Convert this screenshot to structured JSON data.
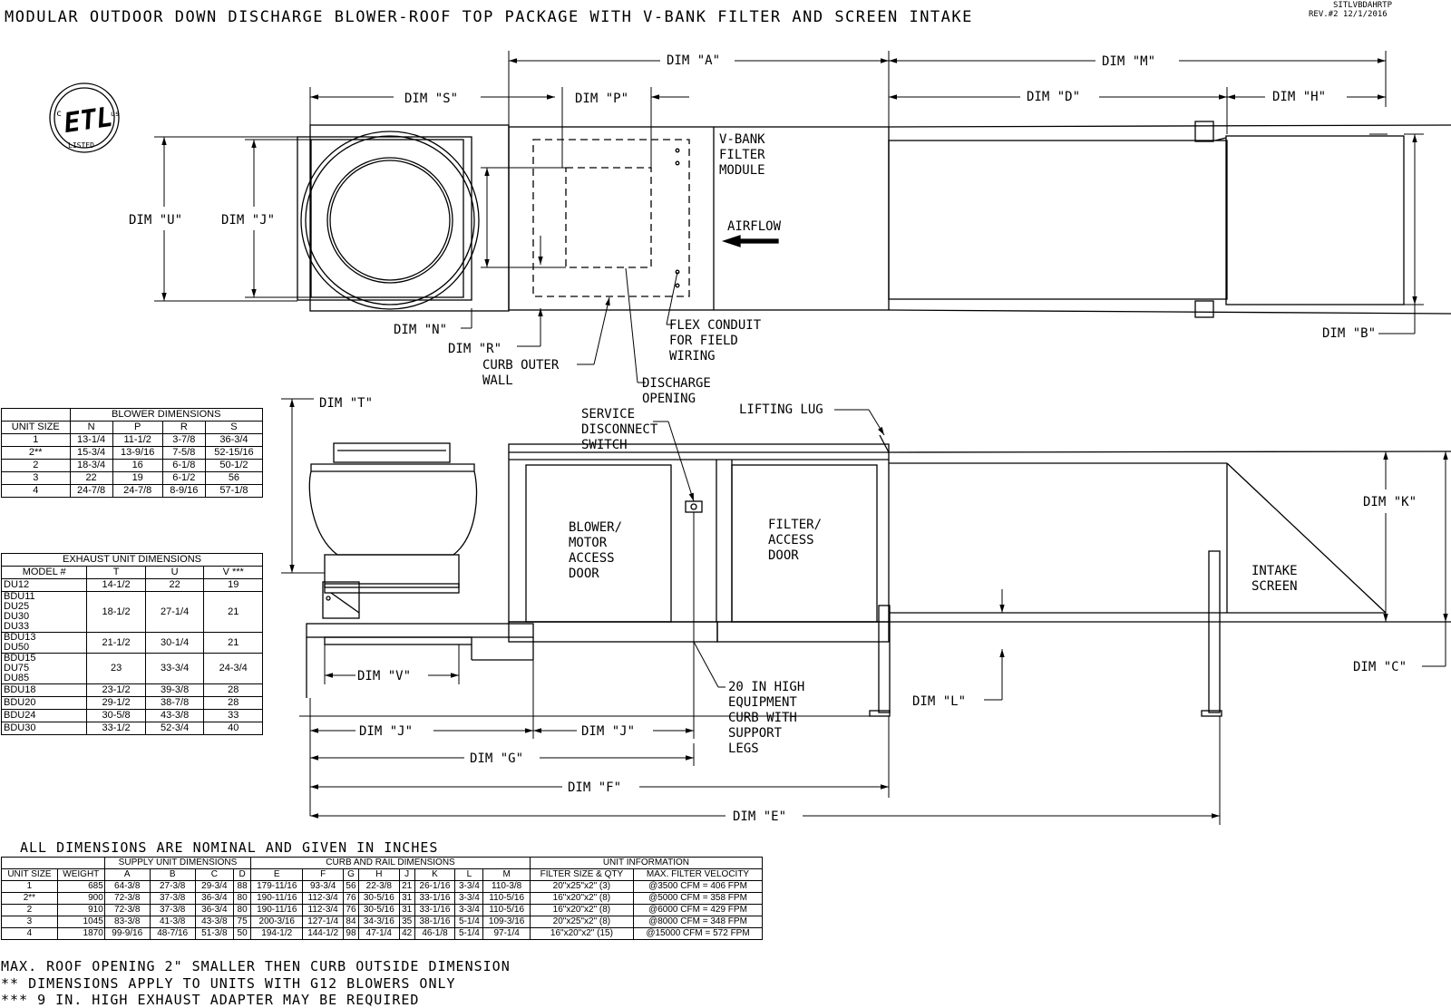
{
  "title": "MODULAR OUTDOOR DOWN DISCHARGE BLOWER-ROOF TOP PACKAGE WITH V-BANK FILTER AND SCREEN INTAKE",
  "drawing_id": "SITLVBDAHRTP",
  "revision": "REV.#2  12/1/2016",
  "etl": {
    "mark": "ETL",
    "listed": "LISTED",
    "c": "c",
    "us": "us"
  },
  "labels": {
    "dim_a": "DIM \"A\"",
    "dim_m": "DIM \"M\"",
    "dim_s": "DIM \"S\"",
    "dim_p": "DIM \"P\"",
    "dim_d": "DIM \"D\"",
    "dim_h": "DIM \"H\"",
    "dim_u": "DIM \"U\"",
    "dim_j": "DIM \"J\"",
    "dim_n": "DIM \"N\"",
    "dim_r": "DIM \"R\"",
    "dim_b": "DIM \"B\"",
    "dim_t": "DIM \"T\"",
    "dim_k": "DIM \"K\"",
    "dim_c": "DIM \"C\"",
    "dim_l": "DIM \"L\"",
    "dim_v": "DIM \"V\"",
    "dim_g": "DIM \"G\"",
    "dim_f": "DIM \"F\"",
    "dim_e": "DIM \"E\"",
    "vbank_1": "V-BANK",
    "vbank_2": "FILTER",
    "vbank_3": "MODULE",
    "airflow": "AIRFLOW",
    "flex_1": "FLEX CONDUIT",
    "flex_2": "FOR FIELD",
    "flex_3": "WIRING",
    "curb_1": "CURB OUTER",
    "curb_2": "WALL",
    "disch_1": "DISCHARGE",
    "disch_2": "OPENING",
    "svc_1": "SERVICE",
    "svc_2": "DISCONNECT",
    "svc_3": "SWITCH",
    "lug": "LIFTING LUG",
    "blower_1": "BLOWER/",
    "blower_2": "MOTOR",
    "blower_3": "ACCESS",
    "blower_4": "DOOR",
    "filter_1": "FILTER/",
    "filter_2": "ACCESS",
    "filter_3": "DOOR",
    "intake_1": "INTAKE",
    "intake_2": "SCREEN",
    "curb20_1": "20 IN HIGH",
    "curb20_2": "EQUIPMENT",
    "curb20_3": "CURB WITH",
    "curb20_4": "SUPPORT",
    "curb20_5": "LEGS"
  },
  "blower_table": {
    "title": "BLOWER DIMENSIONS",
    "headers": [
      "UNIT SIZE",
      "N",
      "P",
      "R",
      "S"
    ],
    "rows": [
      [
        "1",
        "13-1/4",
        "11-1/2",
        "3-7/8",
        "36-3/4"
      ],
      [
        "2**",
        "15-3/4",
        "13-9/16",
        "7-5/8",
        "52-15/16"
      ],
      [
        "2",
        "18-3/4",
        "16",
        "6-1/8",
        "50-1/2"
      ],
      [
        "3",
        "22",
        "19",
        "6-1/2",
        "56"
      ],
      [
        "4",
        "24-7/8",
        "24-7/8",
        "8-9/16",
        "57-1/8"
      ]
    ]
  },
  "exhaust_table": {
    "title": "EXHAUST UNIT DIMENSIONS",
    "headers": [
      "MODEL #",
      "T",
      "U",
      "V ***"
    ],
    "rows": [
      {
        "models": [
          "DU12"
        ],
        "t": "14-1/2",
        "u": "22",
        "v": "19"
      },
      {
        "models": [
          "BDU11",
          "DU25",
          "DU30",
          "DU33"
        ],
        "t": "18-1/2",
        "u": "27-1/4",
        "v": "21"
      },
      {
        "models": [
          "BDU13",
          "DU50"
        ],
        "t": "21-1/2",
        "u": "30-1/4",
        "v": "21"
      },
      {
        "models": [
          "BDU15",
          "DU75",
          "DU85"
        ],
        "t": "23",
        "u": "33-3/4",
        "v": "24-3/4"
      },
      {
        "models": [
          "BDU18"
        ],
        "t": "23-1/2",
        "u": "39-3/8",
        "v": "28"
      },
      {
        "models": [
          "BDU20"
        ],
        "t": "29-1/2",
        "u": "38-7/8",
        "v": "28"
      },
      {
        "models": [
          "BDU24"
        ],
        "t": "30-5/8",
        "u": "43-3/8",
        "v": "33"
      },
      {
        "models": [
          "BDU30"
        ],
        "t": "33-1/2",
        "u": "52-3/4",
        "v": "40"
      }
    ]
  },
  "notes": {
    "nominal": "ALL DIMENSIONS ARE NOMINAL AND GIVEN IN INCHES",
    "roof": "MAX. ROOF OPENING 2\" SMALLER THEN CURB OUTSIDE DIMENSION",
    "g12": "** DIMENSIONS APPLY TO UNITS WITH G12 BLOWERS ONLY",
    "adapter": "*** 9 IN. HIGH EXHAUST ADAPTER MAY BE REQUIRED"
  },
  "supply_table": {
    "group_supply": "SUPPLY UNIT DIMENSIONS",
    "group_curb": "CURB AND RAIL DIMENSIONS",
    "group_info": "UNIT INFORMATION",
    "headers": [
      "UNIT SIZE",
      "WEIGHT",
      "A",
      "B",
      "C",
      "D",
      "E",
      "F",
      "G",
      "H",
      "J",
      "K",
      "L",
      "M",
      "FILTER SIZE & QTY",
      "MAX. FILTER VELOCITY"
    ],
    "rows": [
      [
        "1",
        "685",
        "64-3/8",
        "27-3/8",
        "29-3/4",
        "88",
        "179-11/16",
        "93-3/4",
        "56",
        "22-3/8",
        "21",
        "26-1/16",
        "3-3/4",
        "110-3/8",
        "20\"x25\"x2\" (3)",
        "@3500 CFM = 406 FPM"
      ],
      [
        "2**",
        "900",
        "72-3/8",
        "37-3/8",
        "36-3/4",
        "80",
        "190-11/16",
        "112-3/4",
        "76",
        "30-5/16",
        "31",
        "33-1/16",
        "3-3/4",
        "110-5/16",
        "16\"x20\"x2\" (8)",
        "@5000 CFM = 358 FPM"
      ],
      [
        "2",
        "910",
        "72-3/8",
        "37-3/8",
        "36-3/4",
        "80",
        "190-11/16",
        "112-3/4",
        "76",
        "30-5/16",
        "31",
        "33-1/16",
        "3-3/4",
        "110-5/16",
        "16\"x20\"x2\" (8)",
        "@6000 CFM = 429 FPM"
      ],
      [
        "3",
        "1045",
        "83-3/8",
        "41-3/8",
        "43-3/8",
        "75",
        "200-3/16",
        "127-1/4",
        "84",
        "34-3/16",
        "35",
        "38-1/16",
        "5-1/4",
        "109-3/16",
        "20\"x25\"x2\" (8)",
        "@8000 CFM = 348 FPM"
      ],
      [
        "4",
        "1870",
        "99-9/16",
        "48-7/16",
        "51-3/8",
        "50",
        "194-1/2",
        "144-1/2",
        "98",
        "47-1/4",
        "42",
        "46-1/8",
        "5-1/4",
        "97-1/4",
        "16\"x20\"x2\" (15)",
        "@15000 CFM = 572 FPM"
      ]
    ]
  }
}
